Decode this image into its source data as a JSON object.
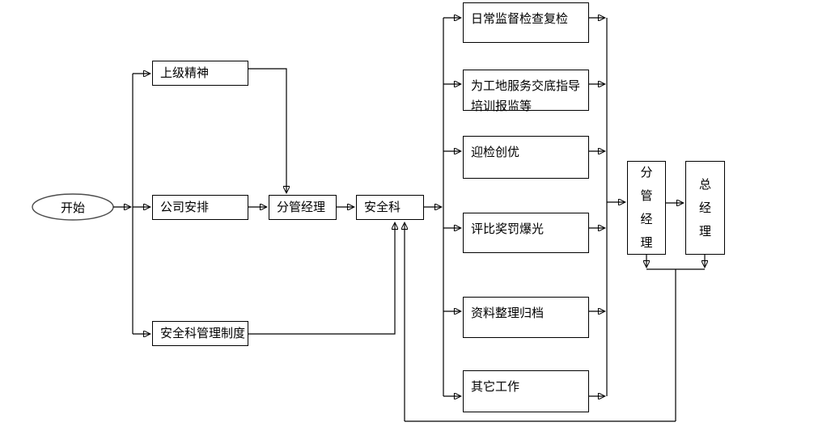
{
  "diagram_type": "flowchart",
  "colors": {
    "line": "#000000",
    "box_border": "#000000",
    "background": "#ffffff"
  },
  "nodes": {
    "start": {
      "label": "开始",
      "shape": "ellipse"
    },
    "superior_spirit": {
      "label": "上级精神"
    },
    "company_arrangement": {
      "label": "公司安排"
    },
    "safety_dept_rules": {
      "label": "安全科管理制度"
    },
    "deputy_manager": {
      "label": "分管经理"
    },
    "safety_dept": {
      "label": "安全科"
    },
    "task_daily_inspection": {
      "label": "日常监督检查复检"
    },
    "task_site_service": {
      "lines": [
        "为工地服务交底指导",
        "培训报监等"
      ]
    },
    "task_welcome_inspection": {
      "label": "迎检创优"
    },
    "task_evaluation": {
      "label": "评比奖罚爆光"
    },
    "task_archiving": {
      "label": "资料整理归档"
    },
    "task_other": {
      "label": "其它工作"
    },
    "deputy_manager_review": {
      "label": "分管经理"
    },
    "general_manager": {
      "label": "总经理"
    }
  },
  "edges": [
    {
      "from": "start",
      "to": "superior_spirit"
    },
    {
      "from": "start",
      "to": "company_arrangement"
    },
    {
      "from": "start",
      "to": "safety_dept_rules"
    },
    {
      "from": "superior_spirit",
      "to": "deputy_manager"
    },
    {
      "from": "company_arrangement",
      "to": "deputy_manager"
    },
    {
      "from": "deputy_manager",
      "to": "safety_dept"
    },
    {
      "from": "safety_dept_rules",
      "to": "safety_dept"
    },
    {
      "from": "safety_dept",
      "to": "task_daily_inspection"
    },
    {
      "from": "safety_dept",
      "to": "task_site_service"
    },
    {
      "from": "safety_dept",
      "to": "task_welcome_inspection"
    },
    {
      "from": "safety_dept",
      "to": "task_evaluation"
    },
    {
      "from": "safety_dept",
      "to": "task_archiving"
    },
    {
      "from": "safety_dept",
      "to": "task_other"
    },
    {
      "from": "task_daily_inspection",
      "to": "deputy_manager_review"
    },
    {
      "from": "task_site_service",
      "to": "deputy_manager_review"
    },
    {
      "from": "task_welcome_inspection",
      "to": "deputy_manager_review"
    },
    {
      "from": "task_evaluation",
      "to": "deputy_manager_review"
    },
    {
      "from": "task_archiving",
      "to": "deputy_manager_review"
    },
    {
      "from": "task_other",
      "to": "deputy_manager_review"
    },
    {
      "from": "deputy_manager_review",
      "to": "general_manager"
    },
    {
      "from": "deputy_manager_review",
      "to": "safety_dept"
    },
    {
      "from": "general_manager",
      "to": "safety_dept"
    }
  ]
}
